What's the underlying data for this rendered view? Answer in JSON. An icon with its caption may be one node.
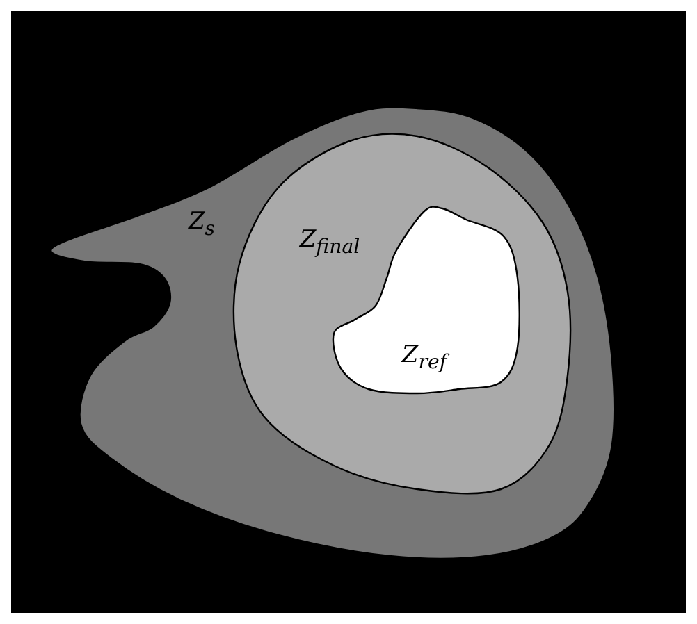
{
  "diagram": {
    "nodes": [
      {
        "text": [
          "Z$_{s}$"
        ]
      },
      {
        "text": [
          "Z$_{final}$"
        ],
        "in": 0
      },
      {
        "text": [
          "Z$_{ref}$"
        ],
        "in": 1
      }
    ]
  }
}
